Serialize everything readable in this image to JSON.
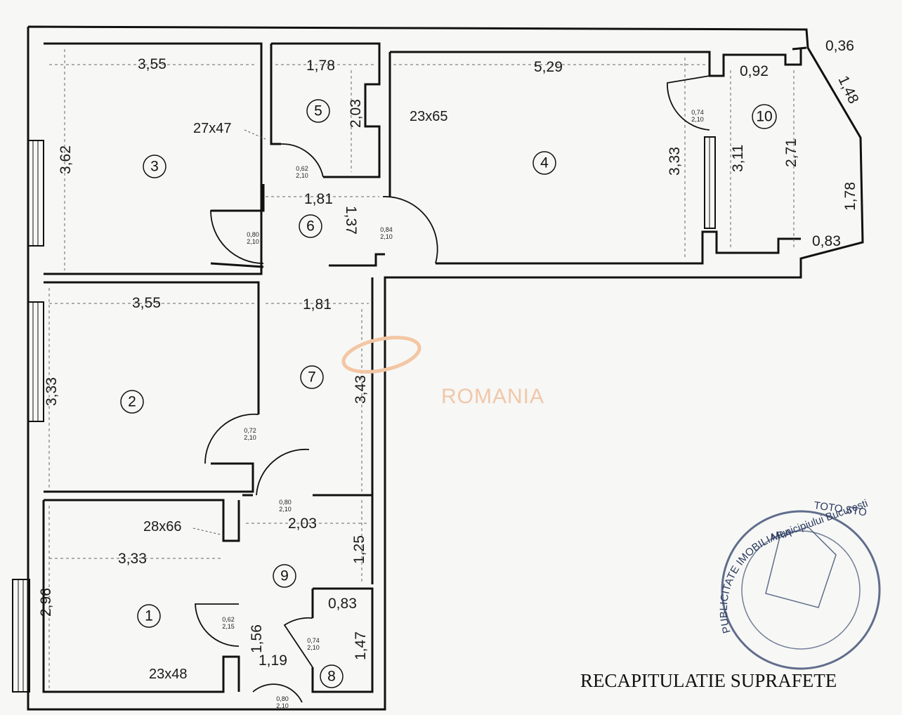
{
  "rooms": [
    {
      "id": "room-1",
      "label": "1"
    },
    {
      "id": "room-2",
      "label": "2"
    },
    {
      "id": "room-3",
      "label": "3"
    },
    {
      "id": "room-4",
      "label": "4"
    },
    {
      "id": "room-5",
      "label": "5"
    },
    {
      "id": "room-6",
      "label": "6"
    },
    {
      "id": "room-7",
      "label": "7"
    },
    {
      "id": "room-8",
      "label": "8"
    },
    {
      "id": "room-9",
      "label": "9"
    },
    {
      "id": "room-10",
      "label": "10"
    }
  ],
  "dimensions": {
    "r3_width": "3,55",
    "r3_height": "3,62",
    "r5_width": "1,78",
    "r5_height": "2,03",
    "r4_width": "5,29",
    "r4_height": "3,33",
    "r10_top": "0,92",
    "r10_height_a": "3,11",
    "r10_height_b": "2,71",
    "r10_side": "1,78",
    "r10_bottom": "0,83",
    "r10_diag": "1,48",
    "r10_corner": "0,36",
    "r6_width": "1,81",
    "r6_height": "1,37",
    "r2_width": "3,55",
    "r2_height": "3,33",
    "r7_width": "1,81",
    "r7_height": "3,43",
    "r9_width": "2,03",
    "r9_height": "1,25",
    "r1_width": "3,33",
    "r1_height": "2,96",
    "r8_width": "0,83",
    "r8_height": "1,47",
    "hall_a": "1,56",
    "hall_b": "1,19"
  },
  "openings": {
    "o1": "27x47",
    "o2": "23x65",
    "o3": "28x66",
    "o4": "23x48"
  },
  "doors": {
    "d5": "0,62\n2,10",
    "d6": "0,80\n2,10",
    "d4": "0,84\n2,10",
    "d10": "0,74\n2,10",
    "d2": "0,72\n2,10",
    "d9": "0,80\n2,10",
    "d1": "0,62\n2,15",
    "d8": "0,74\n2,10",
    "dentry": "0,80\n2,10"
  },
  "watermark": "ROMANIA",
  "footer_title": "RECAPITULATIE SUPRAFETE",
  "stamp": {
    "ring_text": "PUBLICITATE IMOBILIARA",
    "sub_text": "Municipiului Bucuresti",
    "code": "TOTO STO"
  }
}
